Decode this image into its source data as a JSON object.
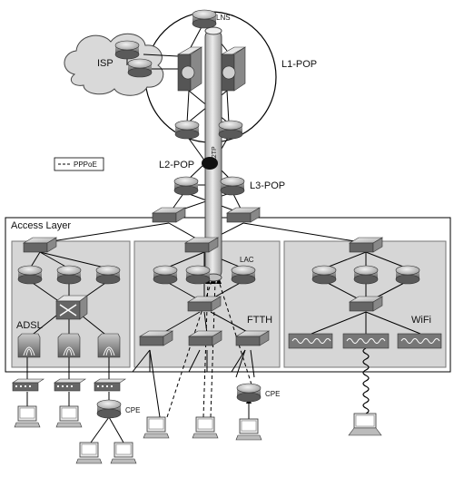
{
  "labels": {
    "lns": "LNS",
    "isp": "ISP",
    "l1pop": "L1-POP",
    "l2pop": "L2-POP",
    "l3pop": "L3-POP",
    "l2tp": "L2TP",
    "access_layer": "Access Layer",
    "lac": "LAC",
    "adsl": "ADSL",
    "ftth": "FTTH",
    "wifi": "WiFi",
    "cpe_left": "CPE",
    "cpe_mid": "CPE"
  },
  "legend": {
    "pppoe": "PPPoE"
  },
  "colors": {
    "device_dark": "#555555",
    "device_light": "#dcdcdc",
    "panel_fill": "#d6d6d6",
    "tunnel_fill": "#cfcfcf",
    "cloud_fill": "#d9d9d9"
  }
}
